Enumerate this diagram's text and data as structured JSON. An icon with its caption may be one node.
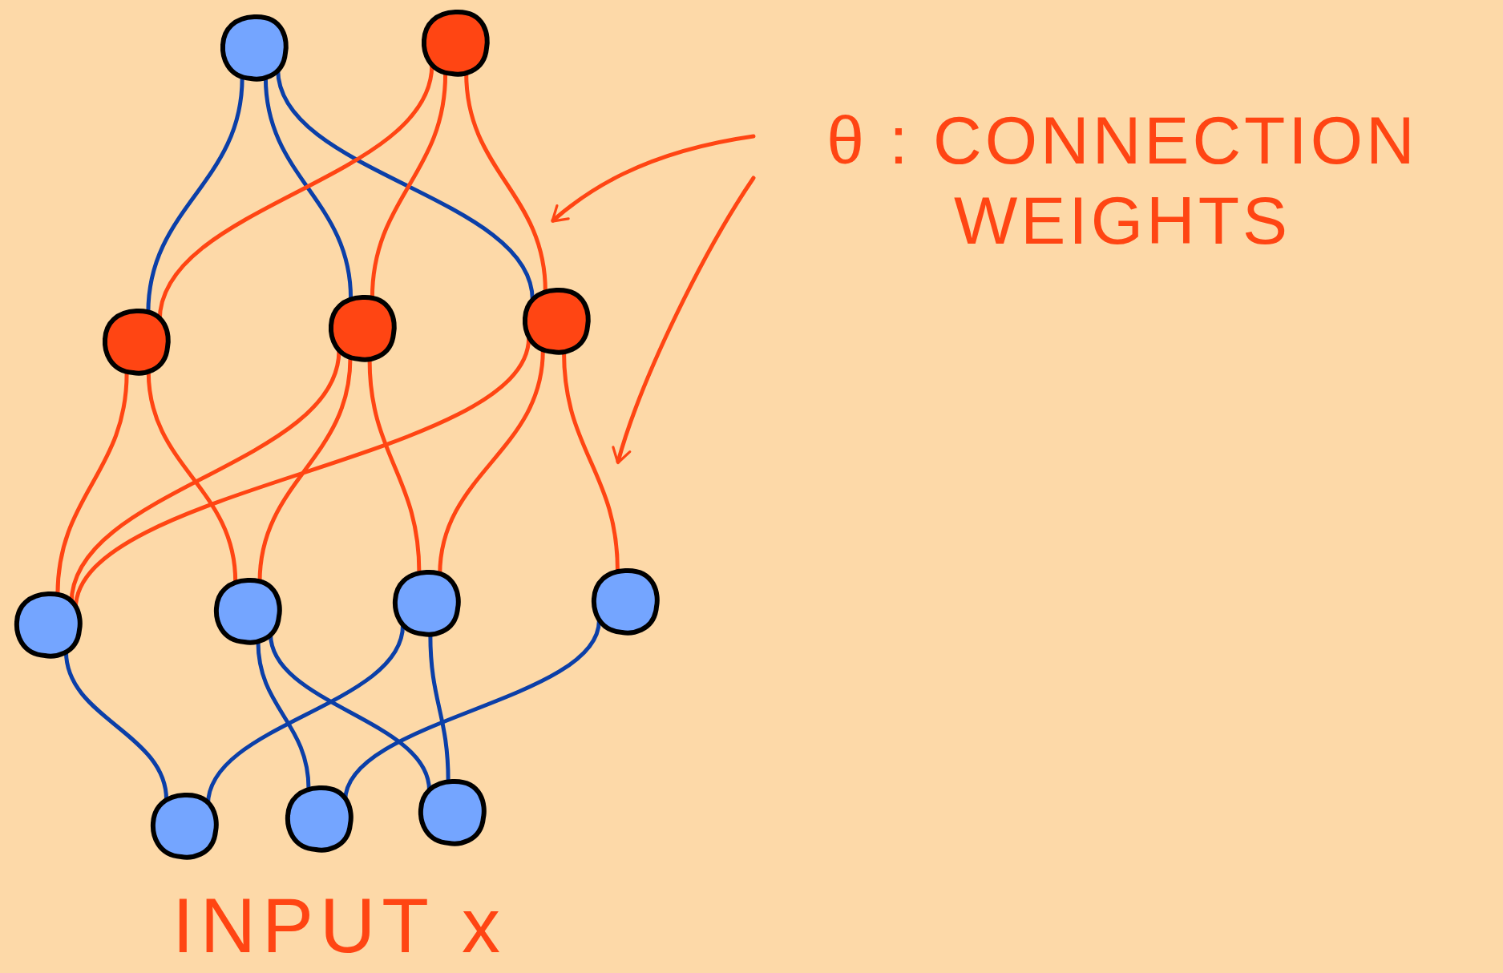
{
  "diagram": {
    "nodes": [
      {
        "text": [],
        "shape": "circle"
      },
      {
        "text": [],
        "shape": "circle"
      },
      {
        "text": [],
        "shape": "circle"
      },
      {
        "text": [],
        "shape": "circle"
      },
      {
        "text": [],
        "shape": "circle"
      },
      {
        "text": [],
        "shape": "circle"
      },
      {
        "text": [],
        "shape": "circle"
      },
      {
        "text": [],
        "shape": "circle"
      },
      {
        "text": [],
        "shape": "circle"
      },
      {
        "text": [],
        "shape": "circle"
      },
      {
        "text": [],
        "shape": "circle"
      },
      {
        "text": [],
        "shape": "circle"
      },
      {
        "text": [
          "θ : CONNECTION WEIGHTS"
        ]
      }
    ],
    "edges": [
      {
        "from": 0,
        "to": 2,
        "arrow": "none",
        "color": "#0b3fa8"
      },
      {
        "from": 0,
        "to": 3,
        "arrow": "none",
        "color": "#0b3fa8"
      },
      {
        "from": 0,
        "to": 4,
        "arrow": "none",
        "color": "#0b3fa8"
      },
      {
        "from": 1,
        "to": 2,
        "arrow": "none"
      },
      {
        "from": 1,
        "to": 3,
        "arrow": "none"
      },
      {
        "from": 1,
        "to": 4,
        "arrow": "none"
      },
      {
        "from": 2,
        "to": 5,
        "arrow": "none"
      },
      {
        "from": 2,
        "to": 6,
        "arrow": "none"
      },
      {
        "from": 3,
        "to": 5,
        "arrow": "none"
      },
      {
        "from": 3,
        "to": 6,
        "arrow": "none"
      },
      {
        "from": 3,
        "to": 7,
        "arrow": "none"
      },
      {
        "from": 4,
        "to": 5,
        "arrow": "none"
      },
      {
        "from": 4,
        "to": 7,
        "arrow": "none"
      },
      {
        "from": 4,
        "to": 8,
        "arrow": "none"
      },
      {
        "from": 5,
        "to": 9,
        "arrow": "none",
        "color": "#0b3fa8"
      },
      {
        "from": 6,
        "to": 10,
        "arrow": "none",
        "color": "#0b3fa8"
      },
      {
        "from": 6,
        "to": 11,
        "arrow": "none",
        "color": "#0b3fa8"
      },
      {
        "from": 7,
        "to": 9,
        "arrow": "none",
        "color": "#0b3fa8"
      },
      {
        "from": 7,
        "to": 11,
        "arrow": "none",
        "color": "#0b3fa8"
      },
      {
        "from": 8,
        "to": 10,
        "arrow": "none",
        "color": "#0b3fa8"
      },
      {
        "from": 12,
        "to": null,
        "arrow": "to"
      },
      {
        "from": 12,
        "to": null,
        "arrow": "to"
      }
    ],
    "labels": [
      "INPUT x"
    ]
  }
}
